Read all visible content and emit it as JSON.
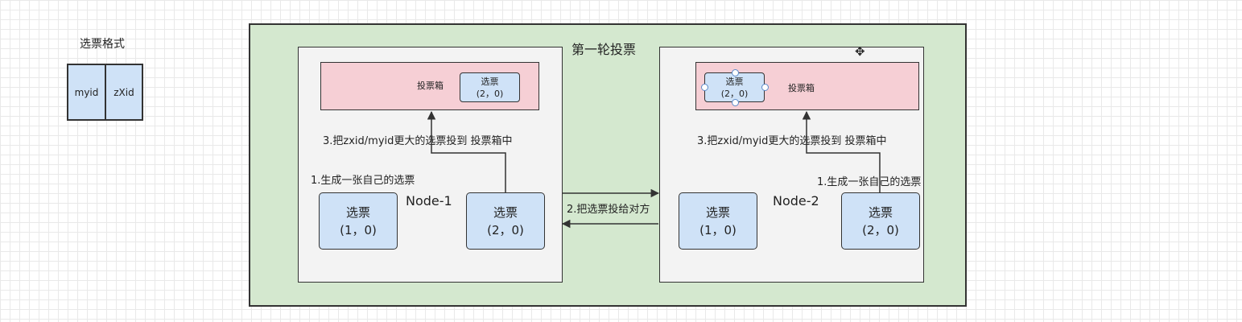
{
  "legend": {
    "title": "选票格式",
    "field1": "myid",
    "field2": "zXid"
  },
  "outer_title": "第一轮投票",
  "node1": {
    "name": "Node-1",
    "ballot_box": "投票箱",
    "box_vote": {
      "label": "选票",
      "value": "(2，0)"
    },
    "step1": "1.生成一张自己的选票",
    "step3": "3.把zxid/myid更大的选票投到 投票箱中",
    "vote_a": {
      "label": "选票",
      "value": "(1，0)"
    },
    "vote_b": {
      "label": "选票",
      "value": "(2，0)"
    }
  },
  "node2": {
    "name": "Node-2",
    "ballot_box": "投票箱",
    "box_vote": {
      "label": "选票",
      "value": "(2，0)"
    },
    "step1": "1.生成一张自己的选票",
    "step3": "3.把zxid/myid更大的选票投到 投票箱中",
    "vote_a": {
      "label": "选票",
      "value": "(1，0)"
    },
    "vote_b": {
      "label": "选票",
      "value": "(2，0)"
    }
  },
  "exchange_label": "2.把选票投给对方",
  "colors": {
    "outer": "#d4e8cf",
    "node": "#f3f3f3",
    "ballot_box": "#f6cfd5",
    "vote": "#cfe2f7"
  }
}
